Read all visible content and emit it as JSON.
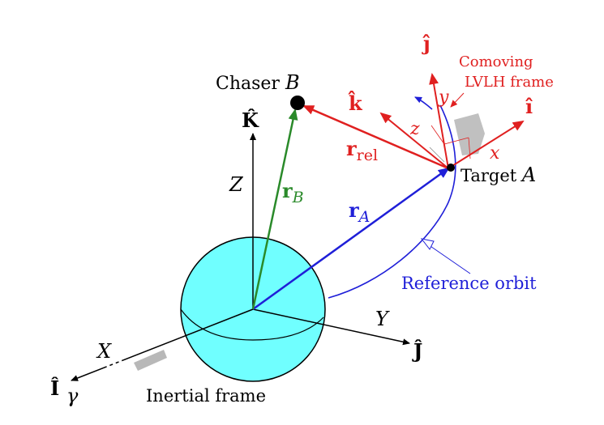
{
  "colors": {
    "sphere_fill": "#70ffff",
    "blue": "#1f1fd8",
    "green": "#2a8a2a",
    "red": "#e02020",
    "black": "#000000",
    "shade": "#b8b8b8"
  },
  "labels": {
    "chaser": "Chaser ",
    "chaser_B": "B",
    "target": "Target ",
    "target_A": "A",
    "comoving_line1": "Comoving",
    "comoving_line2": "LVLH frame",
    "reference_orbit": "Reference orbit",
    "inertial_frame": "Inertial frame",
    "K_hat": "K̂",
    "J_hat": "Ĵ",
    "I_hat": "Î",
    "axis_Z": "Z",
    "axis_Y": "Y",
    "axis_X": "X",
    "gamma": "γ",
    "i_hat": "î",
    "j_hat": "ĵ",
    "k_hat": "k̂",
    "x": "x",
    "y": "y",
    "z": "z",
    "r_B_main": "r",
    "r_B_sub": "B",
    "r_A_main": "r",
    "r_A_sub": "A",
    "r_rel_main": "r",
    "r_rel_sub": "rel"
  },
  "icons": {
    "chaser": "filled-circle-icon",
    "target": "filled-dot-icon"
  }
}
